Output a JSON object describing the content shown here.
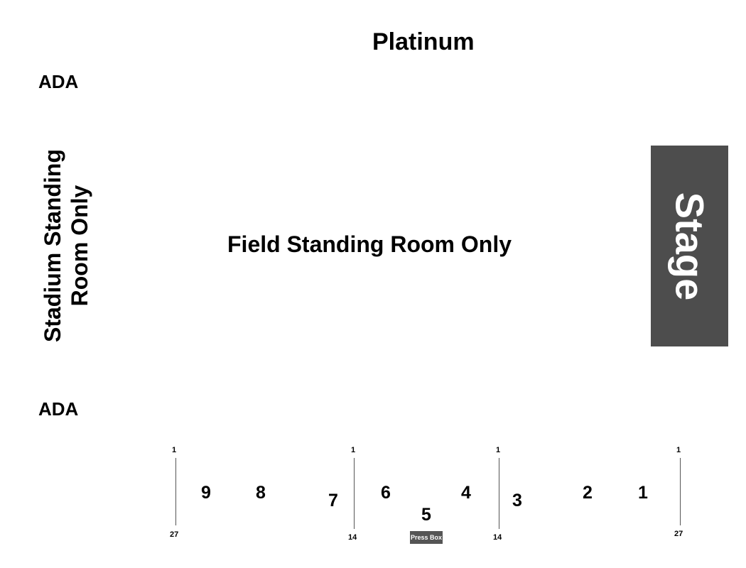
{
  "labels": {
    "platinum": "Platinum",
    "ada_top": "ADA",
    "ada_bottom": "ADA",
    "field": "Field Standing Room Only",
    "stadium": "Stadium Standing Room Only",
    "stage": "Stage",
    "press_box": "Press Box"
  },
  "sections": {
    "s1": "1",
    "s2": "2",
    "s3": "3",
    "s4": "4",
    "s5": "5",
    "s6": "6",
    "s7": "7",
    "s8": "8",
    "s9": "9"
  },
  "row_markers": {
    "a_top": "1",
    "a_bottom": "27",
    "b_top": "1",
    "b_bottom": "14",
    "c_top": "1",
    "c_bottom": "14",
    "d_top": "1",
    "d_bottom": "27"
  },
  "colors": {
    "stage_fill": "#4d4d4d",
    "press_box_fill": "#555555",
    "divider": "#555555"
  }
}
